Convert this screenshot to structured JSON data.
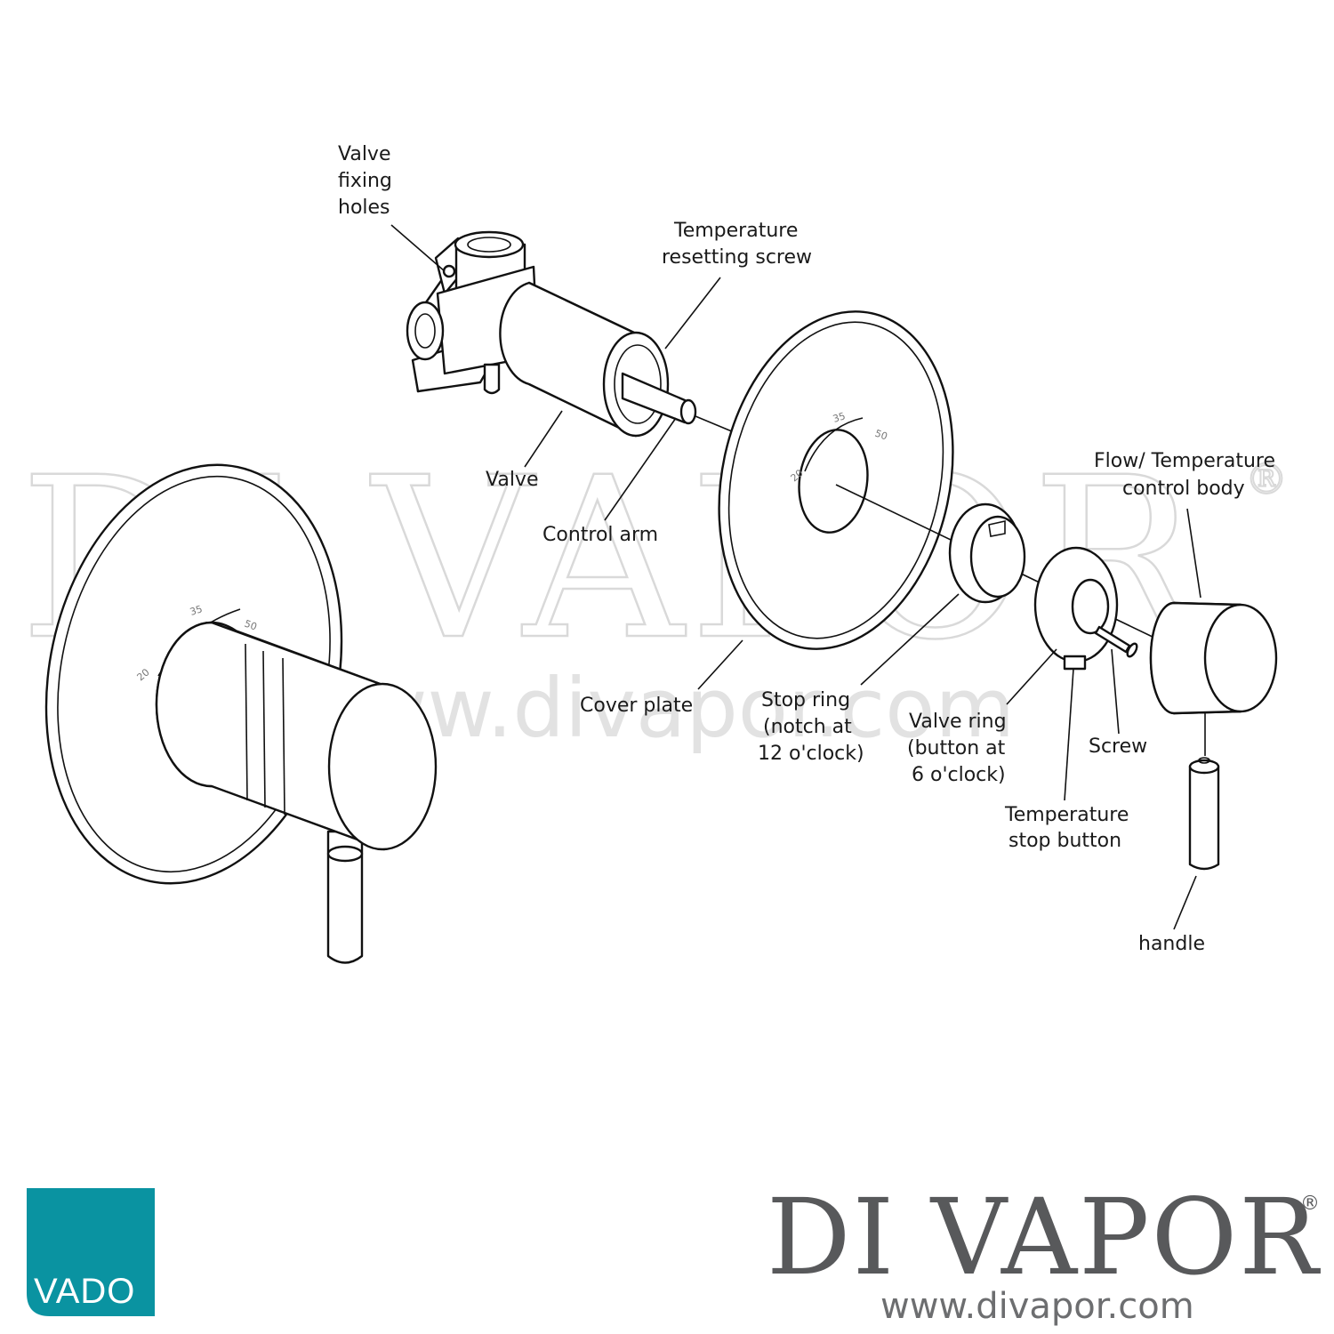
{
  "watermark": {
    "text": "DI VAPOR",
    "registered": "®",
    "url": "www.divapor.com"
  },
  "labels": {
    "valve_fixing_holes": [
      "Valve",
      "fixing",
      "holes"
    ],
    "temperature_resetting_screw": [
      "Temperature",
      "resetting screw"
    ],
    "valve": [
      "Valve"
    ],
    "control_arm": [
      "Control arm"
    ],
    "cover_plate": [
      "Cover plate"
    ],
    "stop_ring": [
      "Stop ring",
      "(notch at",
      "12 o'clock)"
    ],
    "valve_ring": [
      "Valve ring",
      "(button at",
      "6 o'clock)"
    ],
    "screw": [
      "Screw"
    ],
    "temperature_stop_button": [
      "Temperature",
      "stop button"
    ],
    "flow_temperature_control_body": [
      "Flow/ Temperature",
      "control body"
    ],
    "handle": [
      "handle"
    ]
  },
  "temperature_scale": [
    "20",
    "35",
    "50"
  ],
  "footer": {
    "vado_logo": "VADO",
    "brand": "DI VAPOR",
    "brand_registered": "®",
    "url": "www.divapor.com"
  },
  "colors": {
    "vado_teal": "#0a93a1",
    "brand_grey": "#58595b",
    "line": "#111111"
  }
}
